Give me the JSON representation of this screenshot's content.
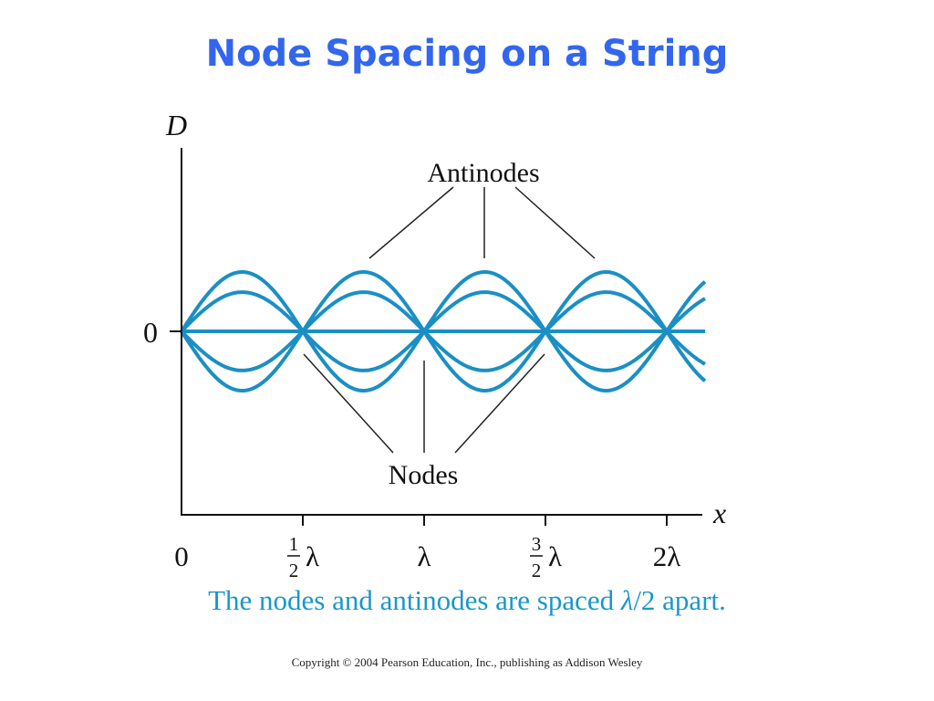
{
  "title": "Node Spacing on a String",
  "diagram": {
    "y_axis_label": "D",
    "x_axis_label": "x",
    "y_zero_label": "0",
    "x_ticks": [
      {
        "pre": "0",
        "num": "",
        "den": "",
        "post": ""
      },
      {
        "pre": "",
        "num": "1",
        "den": "2",
        "post": "λ"
      },
      {
        "pre": "λ",
        "num": "",
        "den": "",
        "post": ""
      },
      {
        "pre": "",
        "num": "3",
        "den": "2",
        "post": "λ"
      },
      {
        "pre": "2λ",
        "num": "",
        "den": "",
        "post": ""
      }
    ],
    "antinodes_label": "Antinodes",
    "nodes_label": "Nodes",
    "amplitudes": [
      1.0,
      0.66,
      0,
      -0.66,
      -1.0
    ],
    "colors": {
      "wave": "#1b8fc4",
      "axis": "#111111",
      "leader": "#222222"
    }
  },
  "caption": {
    "before": "The nodes and antinodes are spaced ",
    "lambda": "λ",
    "after": "/2 apart."
  },
  "copyright": "Copyright © 2004 Pearson Education, Inc., publishing as Addison Wesley"
}
